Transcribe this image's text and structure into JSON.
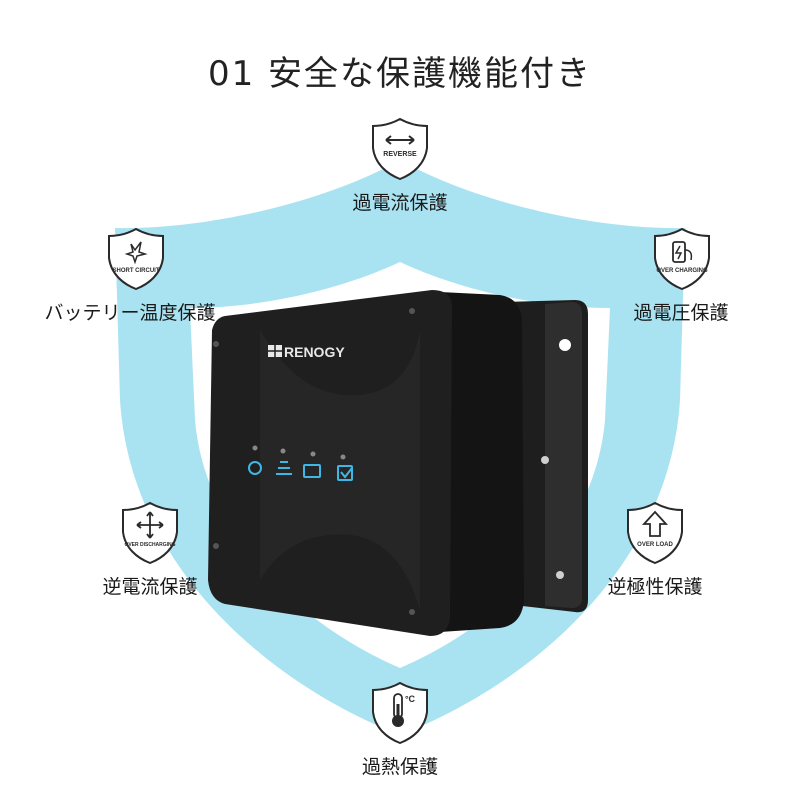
{
  "title": "01 安全な保護機能付き",
  "brand": {
    "logo_text": "RENOGY"
  },
  "colors": {
    "shield": "#a9e3f2",
    "shield_inner": "#ffffff",
    "device_body": "#1c1c1c",
    "led_accent": "#3fb7e6",
    "badge_stroke": "#2a2a2a"
  },
  "features": [
    {
      "label": "過電流保護",
      "badge_text": "REVERSE",
      "icon": "reverse-arrows-icon"
    },
    {
      "label": "バッテリー温度保護",
      "badge_text": "SHORT CIRCUIT",
      "icon": "short-circuit-icon"
    },
    {
      "label": "過電圧保護",
      "badge_text": "OVER CHARGING",
      "icon": "over-charging-icon"
    },
    {
      "label": "逆電流保護",
      "badge_text": "OVER DISCHARGING",
      "icon": "over-discharging-icon"
    },
    {
      "label": "逆極性保護",
      "badge_text": "OVER LOAD",
      "icon": "over-load-icon"
    },
    {
      "label": "過熱保護",
      "badge_text": "°C",
      "icon": "thermometer-icon"
    }
  ]
}
